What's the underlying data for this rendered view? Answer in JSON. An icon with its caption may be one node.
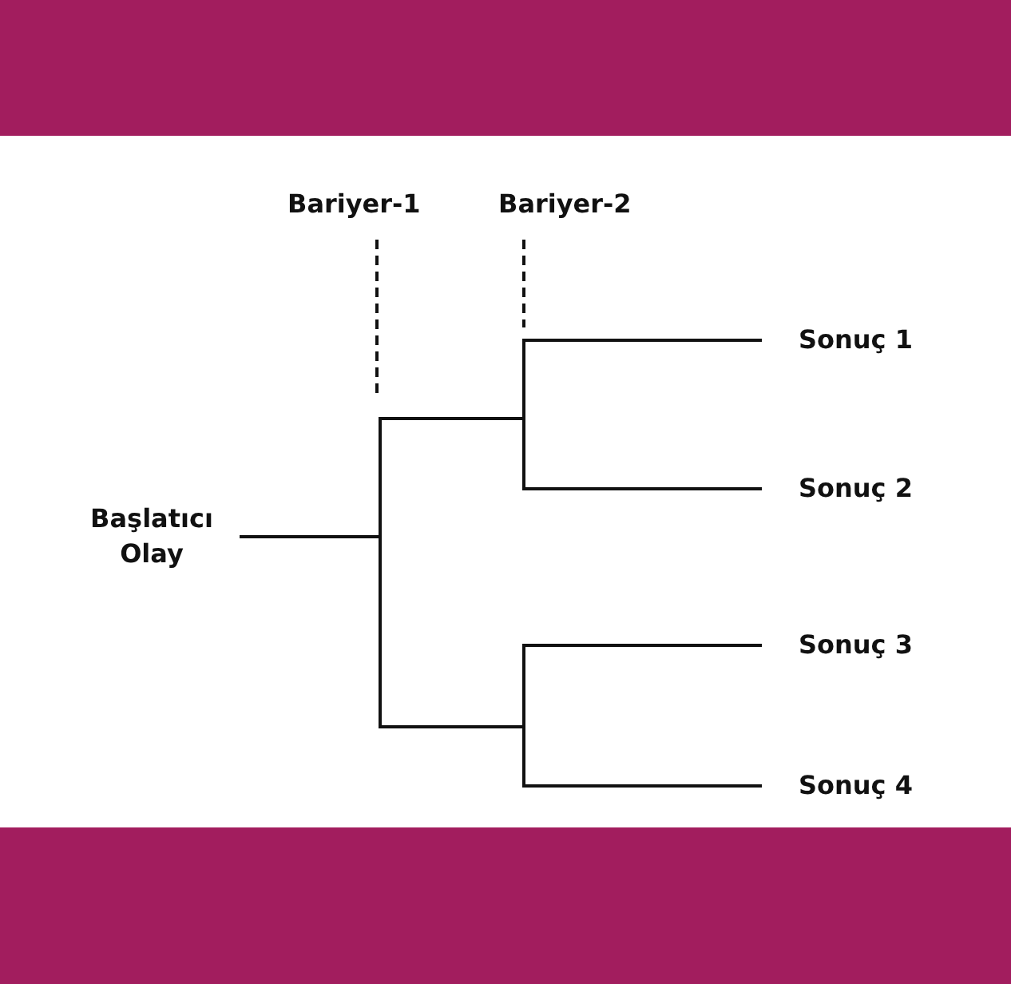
{
  "diagram": {
    "nodes": [
      {
        "text": [
          "Başlatıcı Olay"
        ]
      },
      {
        "text": [
          "Sonuç 1"
        ]
      },
      {
        "text": [
          "Sonuç 2"
        ]
      },
      {
        "text": [
          "Sonuç 3"
        ]
      },
      {
        "text": [
          "Sonuç 4"
        ]
      }
    ],
    "edges": [
      {
        "from": 0,
        "to": 1,
        "arrow": "none"
      },
      {
        "from": 0,
        "to": 2,
        "arrow": "none"
      },
      {
        "from": 0,
        "to": 3,
        "arrow": "none"
      },
      {
        "from": 0,
        "to": 4,
        "arrow": "none"
      }
    ],
    "labels": [
      "Bariyer-1",
      "Bariyer-2"
    ]
  }
}
